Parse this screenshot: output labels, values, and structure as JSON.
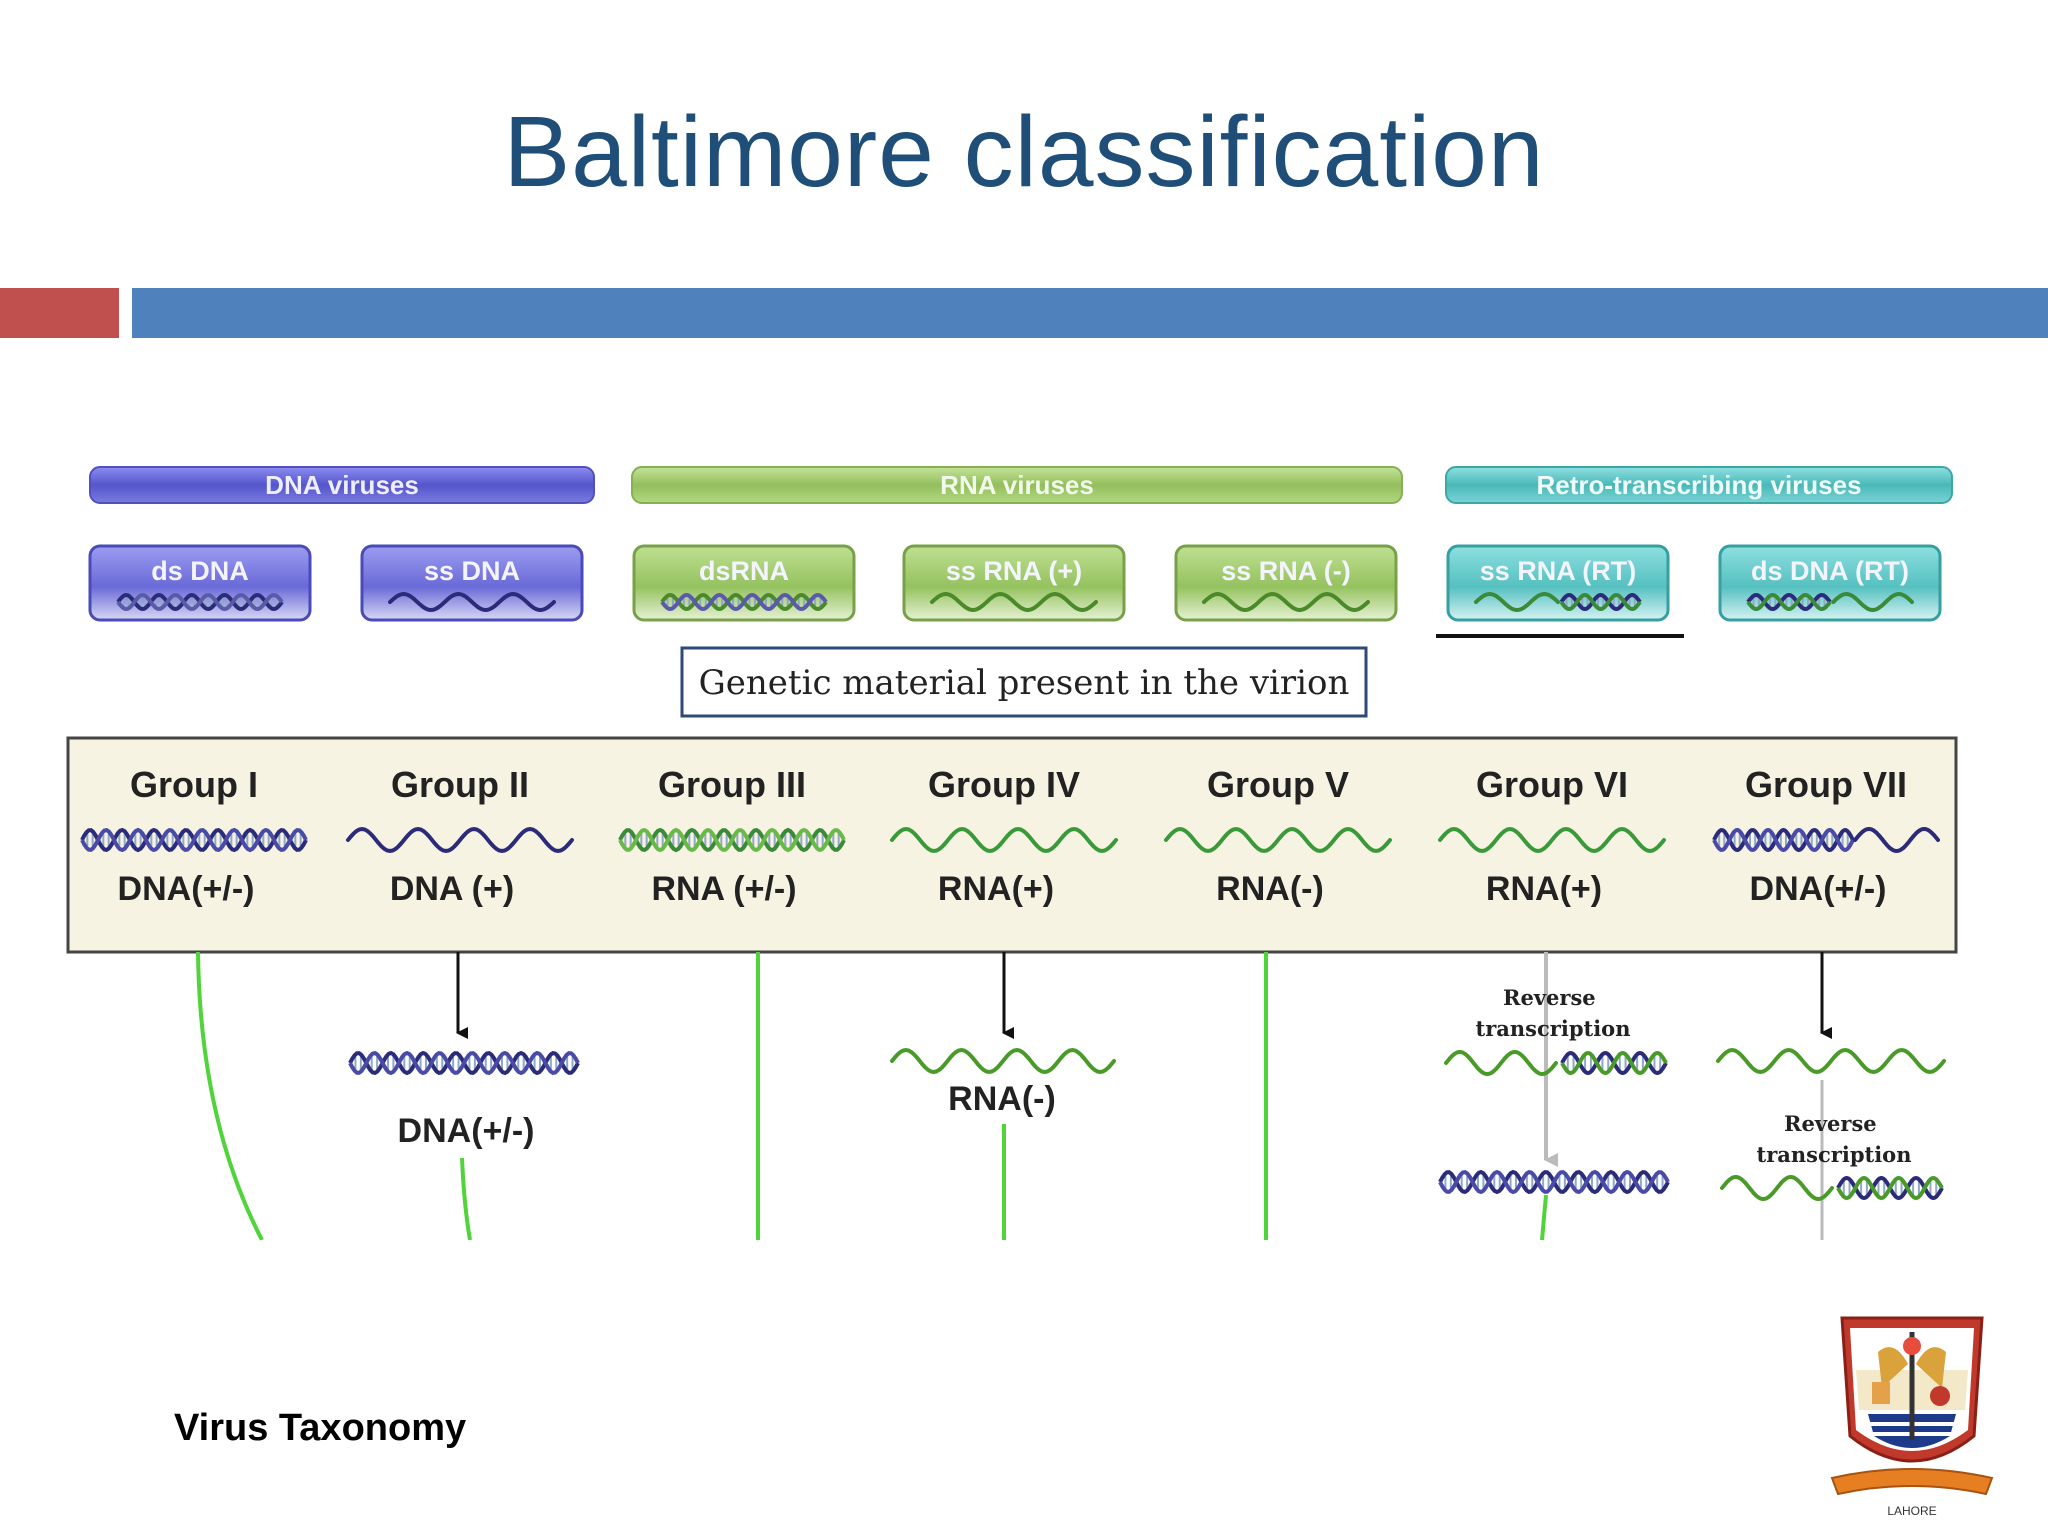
{
  "slide": {
    "title": "Baltimore classification",
    "footer": "Virus Taxonomy",
    "colors": {
      "title": "#1f4e79",
      "red_bar": "#c0504d",
      "blue_bar": "#4f81bd"
    }
  },
  "categories": [
    {
      "label": "DNA viruses",
      "color": "#6a6ad8"
    },
    {
      "label": "RNA viruses",
      "color": "#a8cf70"
    },
    {
      "label": "Retro-transcribing viruses",
      "color": "#5fc7c7"
    }
  ],
  "genome_types": [
    {
      "label": "ds DNA",
      "helix": "ds"
    },
    {
      "label": "ss DNA",
      "helix": "ss"
    },
    {
      "label": "dsRNA",
      "helix": "ds"
    },
    {
      "label": "ss RNA (+)",
      "helix": "ss"
    },
    {
      "label": "ss RNA (-)",
      "helix": "ss"
    },
    {
      "label": "ss RNA (RT)",
      "helix": "ss-ds"
    },
    {
      "label": "ds DNA (RT)",
      "helix": "ds-ss"
    }
  ],
  "caption": "Genetic material present in the virion",
  "groups": [
    {
      "name": "Group I",
      "genome": "DNA(+/-)"
    },
    {
      "name": "Group II",
      "genome": "DNA (+)"
    },
    {
      "name": "Group III",
      "genome": "RNA (+/-)"
    },
    {
      "name": "Group IV",
      "genome": "RNA(+)"
    },
    {
      "name": "Group V",
      "genome": "RNA(-)"
    },
    {
      "name": "Group VI",
      "genome": "RNA(+)"
    },
    {
      "name": "Group VII",
      "genome": "DNA(+/-)"
    }
  ],
  "intermediates": {
    "group2": "DNA(+/-)",
    "group4": "RNA(-)",
    "group6": "Reverse transcription",
    "group7": "Reverse transcription"
  },
  "logo": {
    "caption": "LAHORE"
  }
}
